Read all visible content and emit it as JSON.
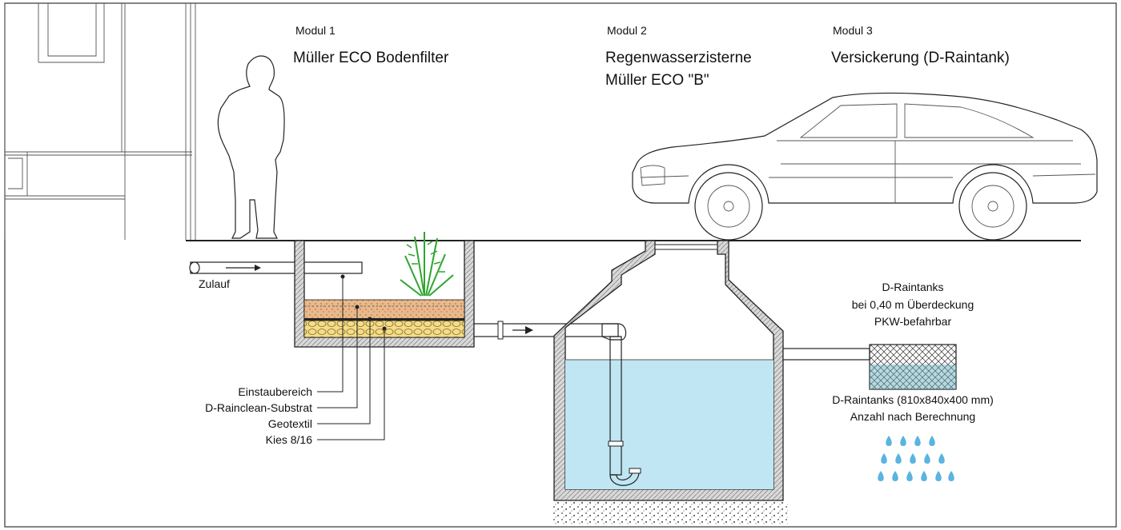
{
  "modules": [
    {
      "number": "Modul 1",
      "title": "Müller ECO Bodenfilter"
    },
    {
      "number": "Modul 2",
      "title_line1": "Regenwasserzisterne",
      "title_line2": "Müller ECO \"B\""
    },
    {
      "number": "Modul 3",
      "title": "Versickerung (D-Raintank)"
    }
  ],
  "inlet_label": "Zulauf",
  "filter_layers": [
    "Einstaubereich",
    "D-Rainclean-Substrat",
    "Geotextil",
    "Kies 8/16"
  ],
  "raintank_info": [
    "D-Raintanks",
    "bei 0,40 m Überdeckung",
    "PKW-befahrbar"
  ],
  "raintank_spec": [
    "D-Raintanks (810x840x400 mm)",
    "Anzahl nach Berechnung"
  ],
  "colors": {
    "water": "#bfe6f2",
    "substrate": "#e9b98c",
    "gravel": "#f3dc8a",
    "mesh": "#5fa8b8",
    "plant": "#2fa52f",
    "drop": "#5ab4e0"
  }
}
